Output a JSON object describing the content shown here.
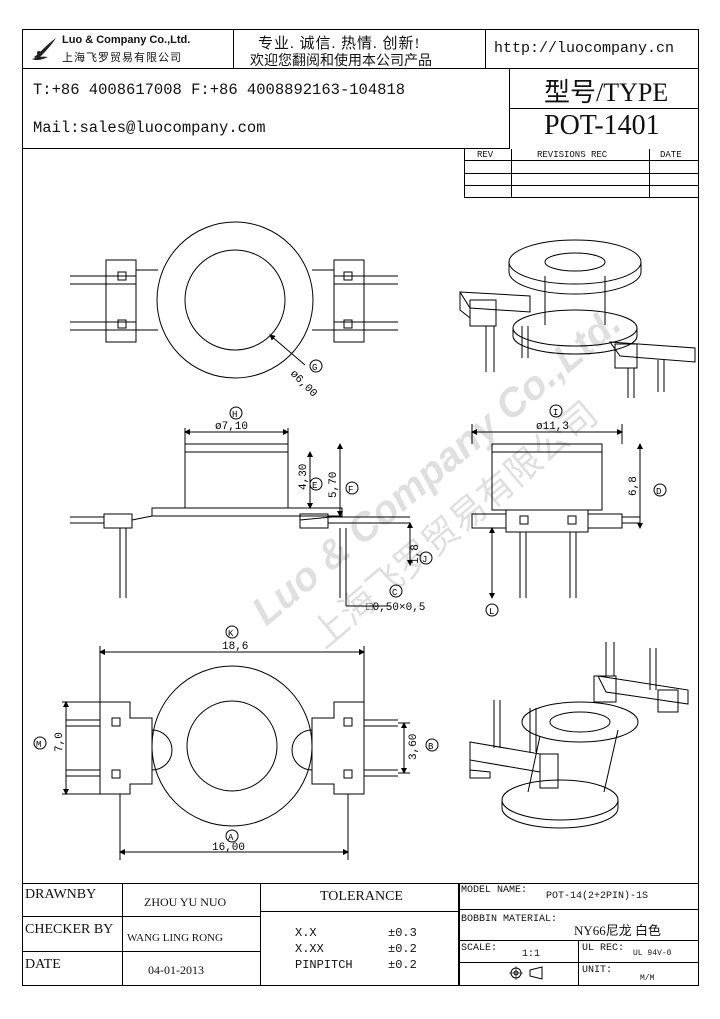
{
  "header": {
    "company_en": "Luo & Company Co.,Ltd.",
    "company_cn": "上海飞罗贸易有限公司",
    "slogan_line1": "专业. 诚信. 热情. 创新!",
    "slogan_line2": "欢迎您翻阅和使用本公司产品",
    "website": "http://luocompany.cn",
    "phone_fax": "T:+86 4008617008 F:+86 4008892163-104818",
    "mail": "Mail:sales@luocompany.com",
    "type_label": "型号/TYPE",
    "type_value": "POT-1401"
  },
  "revisions": {
    "col_rev": "REV",
    "col_rec": "REVISIONS REC",
    "col_date": "DATE"
  },
  "drawing": {
    "watermark_en": "Luo & Company Co.,Ltd.",
    "watermark_cn": "上海飞罗贸易有限公司",
    "dims": {
      "G_label": "G",
      "G_val": "ø6,00",
      "H_label": "H",
      "H_val": "ø7,10",
      "I_label": "I",
      "I_val": "ø11,3",
      "E_label": "E",
      "E_val": "4,30",
      "F_label": "F",
      "F_val": "5,70",
      "D_label": "D",
      "D_val": "6,8",
      "J_label": "J",
      "J_val": "1,8",
      "L_label": "L",
      "C_label": "C",
      "C_val": "□0,50×0,5",
      "K_label": "K",
      "K_val": "18,6",
      "M_label": "M",
      "M_val": "7,0",
      "B_label": "B",
      "B_val": "3,60",
      "A_label": "A",
      "A_val": "16,00"
    }
  },
  "title_block": {
    "drawnby_label": "DRAWNBY",
    "drawnby_value": "ZHOU YU NUO",
    "checker_label": "CHECKER BY",
    "checker_value": "WANG LING RONG",
    "date_label": "DATE",
    "date_value": "04-01-2013",
    "tolerance_label": "TOLERANCE",
    "tol_xx_label": "X.X",
    "tol_xx_value": "±0.3",
    "tol_xxx_label": "X.XX",
    "tol_xxx_value": "±0.2",
    "tol_pin_label": "PINPITCH",
    "tol_pin_value": "±0.2",
    "model_label": "MODEL NAME:",
    "model_value": "POT-14(2+2PIN)-1S",
    "bobbin_label": "BOBBIN MATERIAL:",
    "bobbin_value": "NY66尼龙 白色",
    "scale_label": "SCALE:",
    "scale_value": "1:1",
    "ul_label": "UL REC:",
    "ul_value": "UL 94V-0",
    "unit_label": "UNIT:",
    "unit_value": "M/M"
  }
}
